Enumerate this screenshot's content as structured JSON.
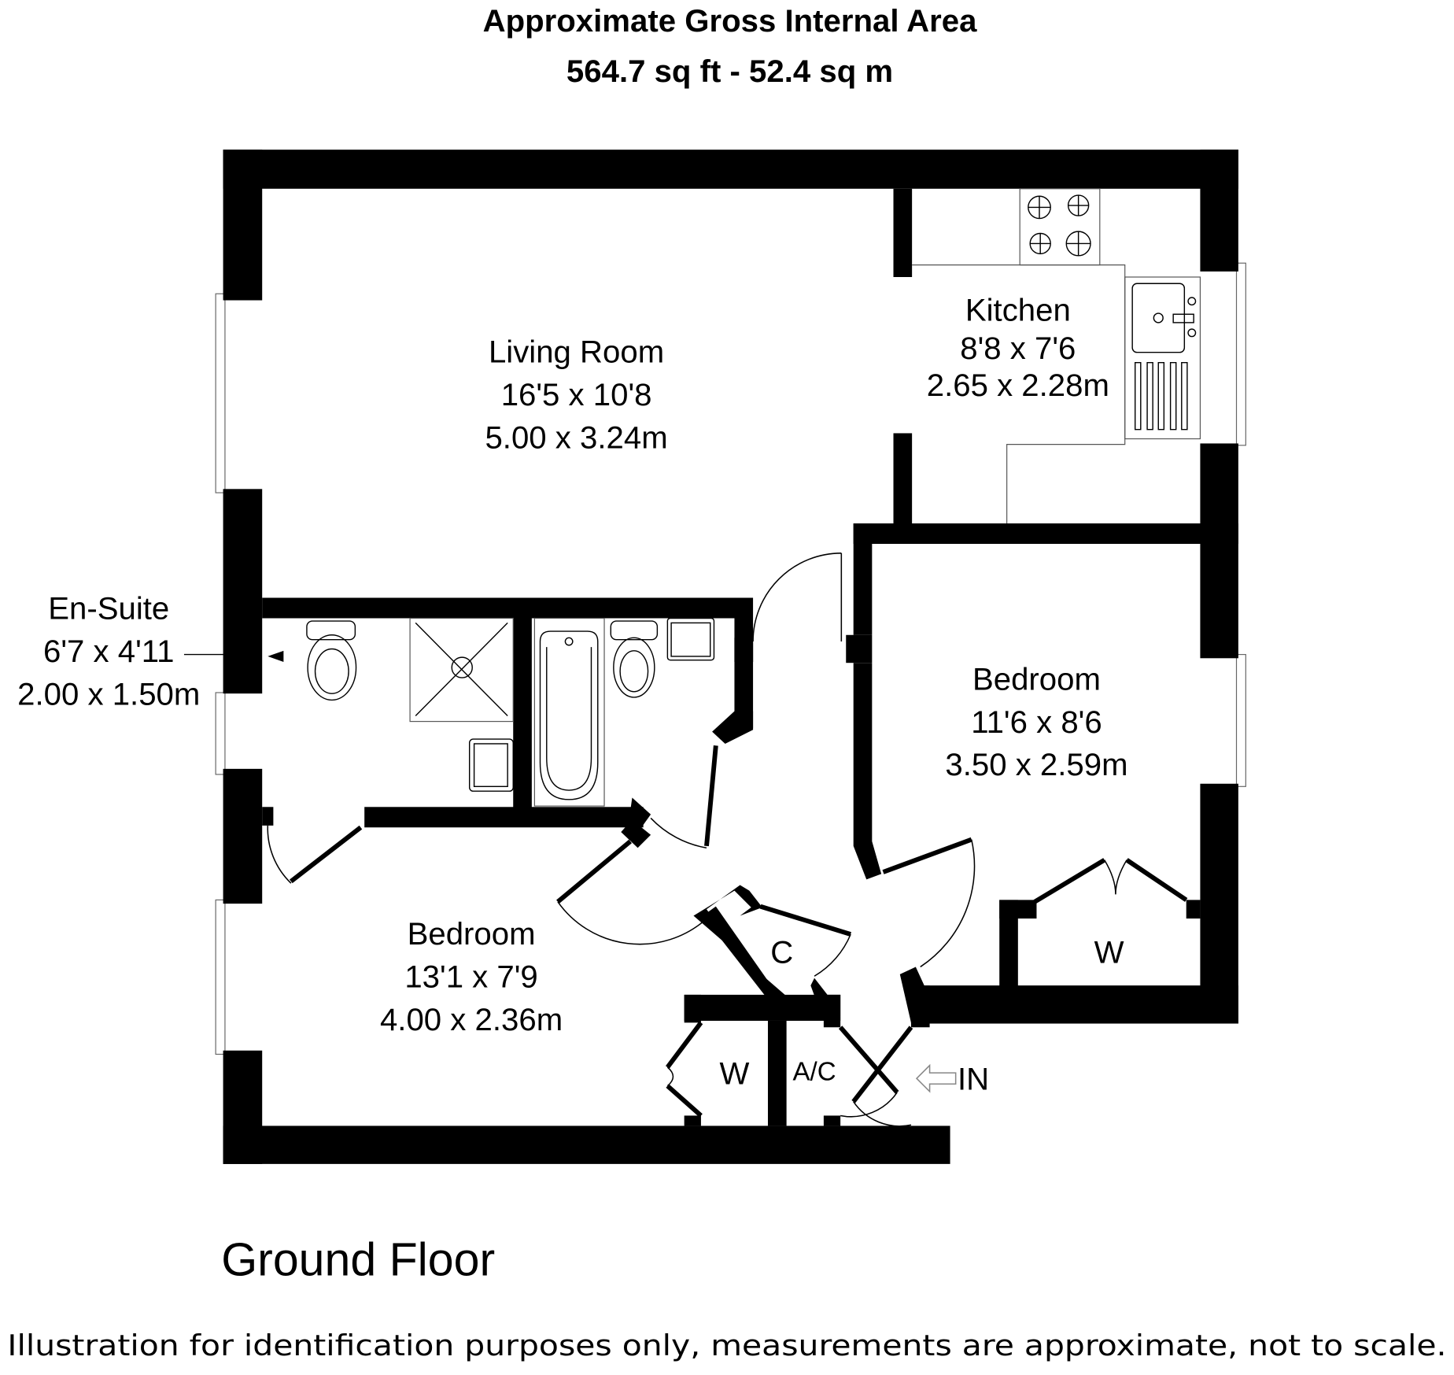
{
  "header": {
    "title": "Approximate Gross Internal Area",
    "area": "564.7 sq ft - 52.4 sq m"
  },
  "rooms": {
    "living_room": {
      "name": "Living Room",
      "imperial": "16'5 x 10'8",
      "metric": "5.00 x 3.24m"
    },
    "kitchen": {
      "name": "Kitchen",
      "imperial": "8'8 x 7'6",
      "metric": "2.65 x 2.28m"
    },
    "en_suite": {
      "name": "En-Suite",
      "imperial": "6'7 x 4'11",
      "metric": "2.00 x 1.50m"
    },
    "bedroom_1": {
      "name": "Bedroom",
      "imperial": "11'6 x 8'6",
      "metric": "3.50 x 2.59m"
    },
    "bedroom_2": {
      "name": "Bedroom",
      "imperial": "13'1 x 7'9",
      "metric": "4.00 x 2.36m"
    }
  },
  "labels": {
    "wardrobe_1": "W",
    "wardrobe_2": "W",
    "cupboard": "C",
    "airing_cupboard": "A/C",
    "entrance": "IN"
  },
  "footer": {
    "floor_name": "Ground Floor",
    "disclaimer": "Illustration for identification purposes only, measurements are approximate, not to scale."
  }
}
